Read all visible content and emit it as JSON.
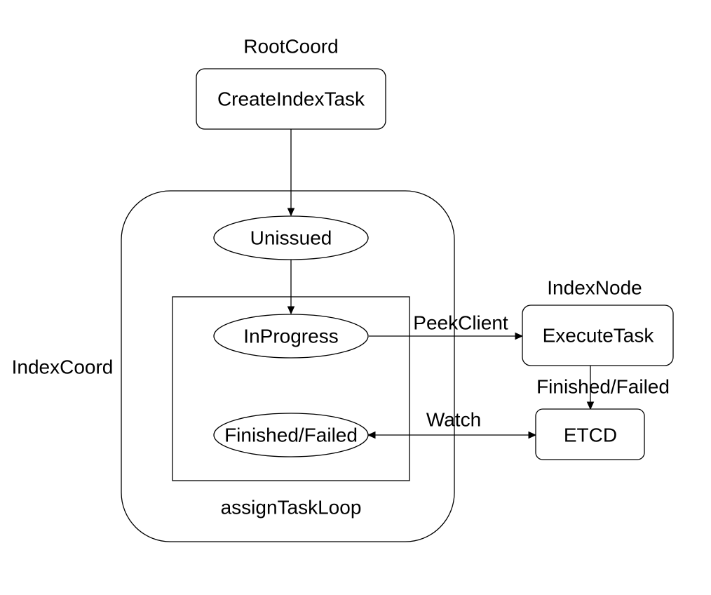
{
  "diagram": {
    "labels": {
      "root_coord": "RootCoord",
      "index_coord": "IndexCoord",
      "index_node": "IndexNode",
      "assign_task_loop": "assignTaskLoop"
    },
    "nodes": {
      "create_index_task": "CreateIndexTask",
      "unissued": "Unissued",
      "in_progress": "InProgress",
      "finished_failed": "Finished/Failed",
      "execute_task": "ExecuteTask",
      "etcd": "ETCD"
    },
    "edges": {
      "peek_client": "PeekClient",
      "watch": "Watch",
      "finished_failed": "Finished/Failed"
    },
    "colors": {
      "stroke": "#000000",
      "background": "#ffffff"
    }
  }
}
